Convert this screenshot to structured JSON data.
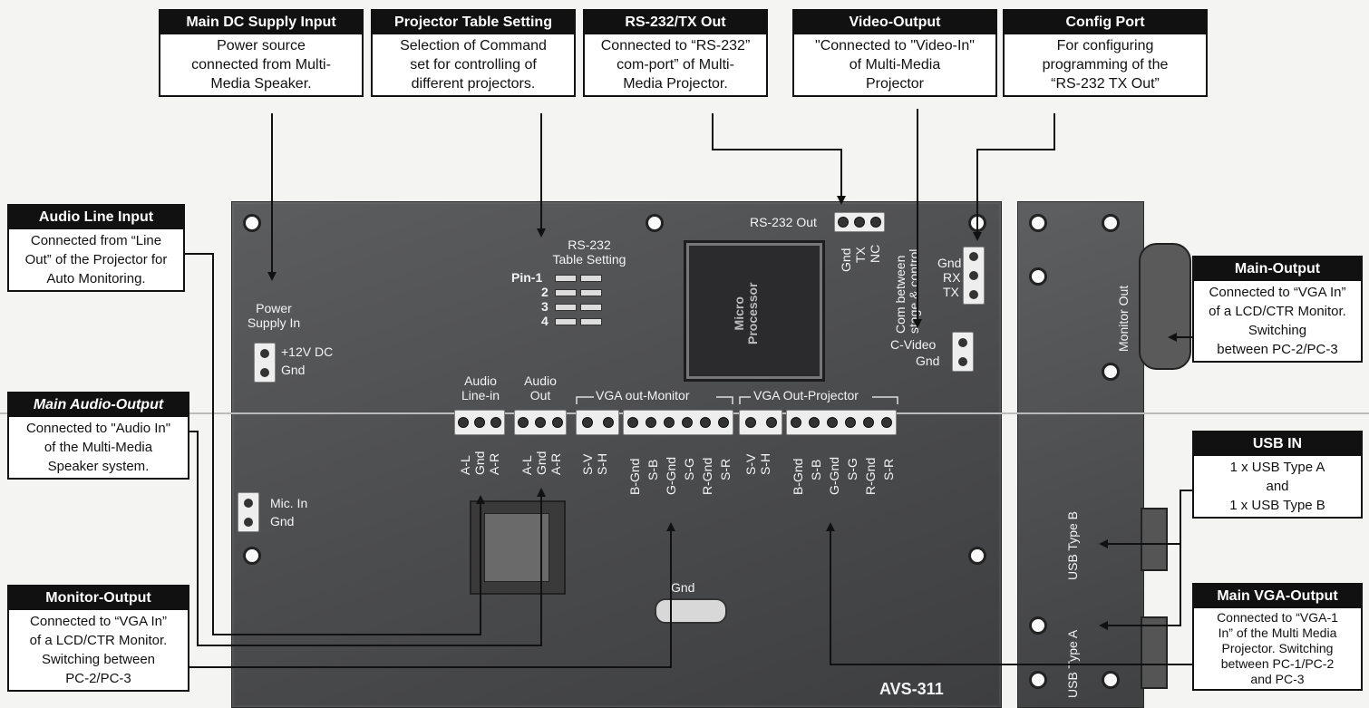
{
  "callouts": {
    "main_dc": {
      "title": "Main DC Supply Input",
      "body": [
        "Power source",
        "connected from Multi-",
        "Media Speaker."
      ]
    },
    "projector_table": {
      "title": "Projector Table Setting",
      "body": [
        "Selection of Command",
        "set for controlling of",
        "different projectors."
      ]
    },
    "rs232_tx": {
      "title": "RS-232/TX Out",
      "body": [
        "Connected to “RS-232”",
        "com-port” of Multi-",
        "Media Projector."
      ]
    },
    "video_output": {
      "title": "Video-Output",
      "body": [
        "\"Connected to \"Video-In\"",
        "of Multi-Media",
        "Projector"
      ]
    },
    "config_port": {
      "title": "Config Port",
      "body": [
        "For configuring",
        "programming of the",
        "“RS-232 TX Out”"
      ]
    },
    "audio_line_input": {
      "title": "Audio Line Input",
      "body": [
        "Connected from “Line",
        "Out” of the Projector for",
        "Auto Monitoring."
      ]
    },
    "main_audio_output": {
      "title": "Main Audio-Output",
      "body": [
        "Connected to \"Audio In\"",
        "of the Multi-Media",
        "Speaker system."
      ]
    },
    "monitor_output": {
      "title": "Monitor-Output",
      "body": [
        "Connected to “VGA In”",
        "of a LCD/CTR Monitor.",
        "Switching between",
        "PC-2/PC-3"
      ]
    },
    "main_output": {
      "title": "Main-Output",
      "body": [
        "Connected to “VGA In”",
        "of a LCD/CTR Monitor.",
        "Switching",
        "between PC-2/PC-3"
      ]
    },
    "usb_in": {
      "title": "USB IN",
      "body": [
        "1 x USB Type A",
        "and",
        "1 x USB Type B"
      ]
    },
    "main_vga_output": {
      "title": "Main VGA-Output",
      "body": [
        "Connected to “VGA-1",
        "In” of the Multi Media",
        "Projector. Switching",
        "between PC-1/PC-2",
        "and PC-3"
      ]
    }
  },
  "board": {
    "power_supply_in": [
      "Power",
      "Supply In"
    ],
    "plus12v": "+12V DC",
    "gnd": "Gnd",
    "rs232_table": [
      "RS-232",
      "Table Setting"
    ],
    "pins": [
      "Pin-1",
      "2",
      "3",
      "4"
    ],
    "micro_processor": [
      "Micro",
      "Processor"
    ],
    "rs232_out": "RS-232 Out",
    "rs232_pins": [
      "Gnd",
      "TX",
      "NC"
    ],
    "com_between": [
      "Com between",
      "stage & control"
    ],
    "config_pins": [
      "Gnd",
      "RX",
      "TX"
    ],
    "c_video": "C-Video",
    "audio_line_in": [
      "Audio",
      "Line-in"
    ],
    "audio_out": [
      "Audio",
      "Out"
    ],
    "vga_out_monitor": "VGA out-Monitor",
    "vga_out_projector": "VGA Out-Projector",
    "audio_in_pins": [
      "A-L",
      "Gnd",
      "A-R"
    ],
    "audio_out_pins": [
      "A-L",
      "Gnd",
      "A-R"
    ],
    "vga_mon_sync_pins": [
      "S-V",
      "S-H"
    ],
    "vga_mon_rgb_pins": [
      "B-Gnd",
      "S-B",
      "G-Gnd",
      "S-G",
      "R-Gnd",
      "S-R"
    ],
    "vga_proj_sync_pins": [
      "S-V",
      "S-H"
    ],
    "vga_proj_rgb_pins": [
      "B-Gnd",
      "S-B",
      "G-Gnd",
      "S-G",
      "R-Gnd",
      "S-R"
    ],
    "mic_in": "Mic. In",
    "gnd_lug": "Gnd",
    "model": "AVS-311",
    "monitor_out": "Monitor Out",
    "usb_type_b": "USB Type B",
    "usb_type_a": "USB Type A"
  }
}
